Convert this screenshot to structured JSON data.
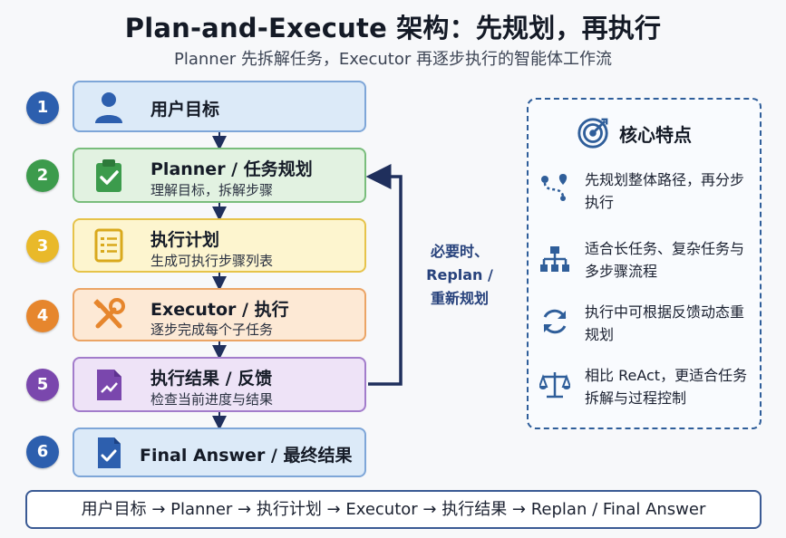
{
  "title": "Plan-and-Execute 架构：先规划，再执行",
  "subtitle": "Planner 先拆解任务，Executor 再逐步执行的智能体工作流",
  "steps": [
    {
      "num": "1",
      "label": "用户目标",
      "sub": "",
      "icon": "user-icon",
      "color": "#2d5fae"
    },
    {
      "num": "2",
      "label": "Planner / 任务规划",
      "sub": "理解目标，拆解步骤",
      "icon": "clipboard-check-icon",
      "color": "#3c9b4c"
    },
    {
      "num": "3",
      "label": "执行计划",
      "sub": "生成可执行步骤列表",
      "icon": "checklist-icon",
      "color": "#e9b92a"
    },
    {
      "num": "4",
      "label": "Executor / 执行",
      "sub": "逐步完成每个子任务",
      "icon": "tools-icon",
      "color": "#e6862d"
    },
    {
      "num": "5",
      "label": "执行结果 / 反馈",
      "sub": "检查当前进度与结果",
      "icon": "report-chart-icon",
      "color": "#7a47ad"
    },
    {
      "num": "6",
      "label": "Final Answer / 最终结果",
      "sub": "",
      "icon": "document-check-icon",
      "color": "#2d5fae"
    }
  ],
  "replan": {
    "line1": "必要时、",
    "line2": "Replan /",
    "line3": "重新规划"
  },
  "features": {
    "title": "核心特点",
    "title_icon": "target-icon",
    "items": [
      {
        "text": "先规划整体路径，再分步执行",
        "icon": "route-icon"
      },
      {
        "text": "适合长任务、复杂任务与多步骤流程",
        "icon": "hierarchy-icon"
      },
      {
        "text": "执行中可根据反馈动态重规划",
        "icon": "refresh-icon"
      },
      {
        "text": "相比 ReAct，更适合任务拆解与过程控制",
        "icon": "balance-scale-icon"
      }
    ]
  },
  "flow_summary": "用户目标 → Planner → 执行计划 → Executor → 执行结果 → Replan / Final Answer",
  "colors": {
    "accent": "#2f5e9a",
    "arrow": "#1f2f5c"
  }
}
